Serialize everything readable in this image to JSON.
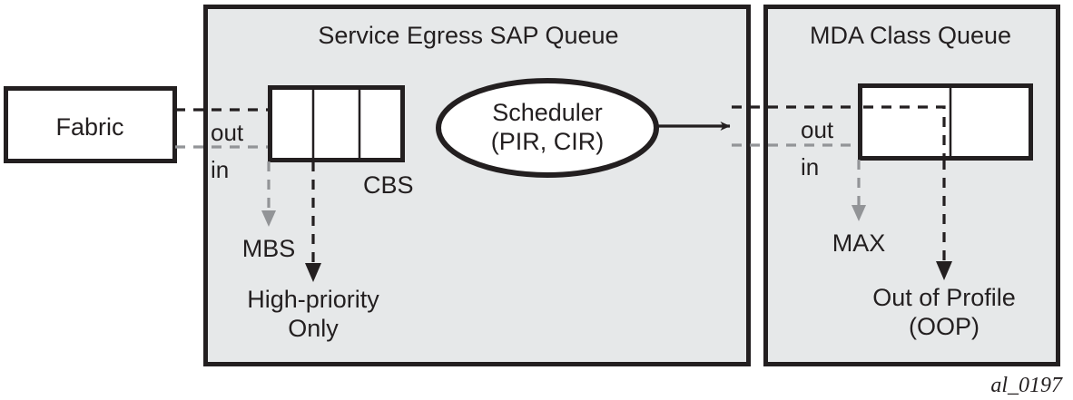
{
  "diagram": {
    "caption": "al_0197",
    "colors": {
      "panel_background": "#e6e8e9",
      "stroke": "#231f20",
      "gray_stroke": "#929497",
      "box_fill": "#ffffff",
      "page_background": "#ffffff"
    },
    "fabric": {
      "label": "Fabric"
    },
    "panels": [
      {
        "id": "service-egress-sap-queue",
        "title": "Service Egress SAP Queue",
        "port_labels": {
          "out": "out",
          "in": "in"
        },
        "queue_segments": 3,
        "annotations": [
          {
            "id": "cbs",
            "label": "CBS"
          },
          {
            "id": "mbs",
            "label": "MBS"
          },
          {
            "id": "high-priority-only",
            "label_line1": "High-priority",
            "label_line2": "Only"
          }
        ]
      },
      {
        "id": "mda-class-queue",
        "title": "MDA Class Queue",
        "port_labels": {
          "out": "out",
          "in": "in"
        },
        "queue_segments": 2,
        "annotations": [
          {
            "id": "max",
            "label": "MAX"
          },
          {
            "id": "out-of-profile",
            "label_line1": "Out of Profile",
            "label_line2": "(OOP)"
          }
        ]
      }
    ],
    "scheduler": {
      "label_line1": "Scheduler",
      "label_line2": "(PIR, CIR)"
    }
  }
}
